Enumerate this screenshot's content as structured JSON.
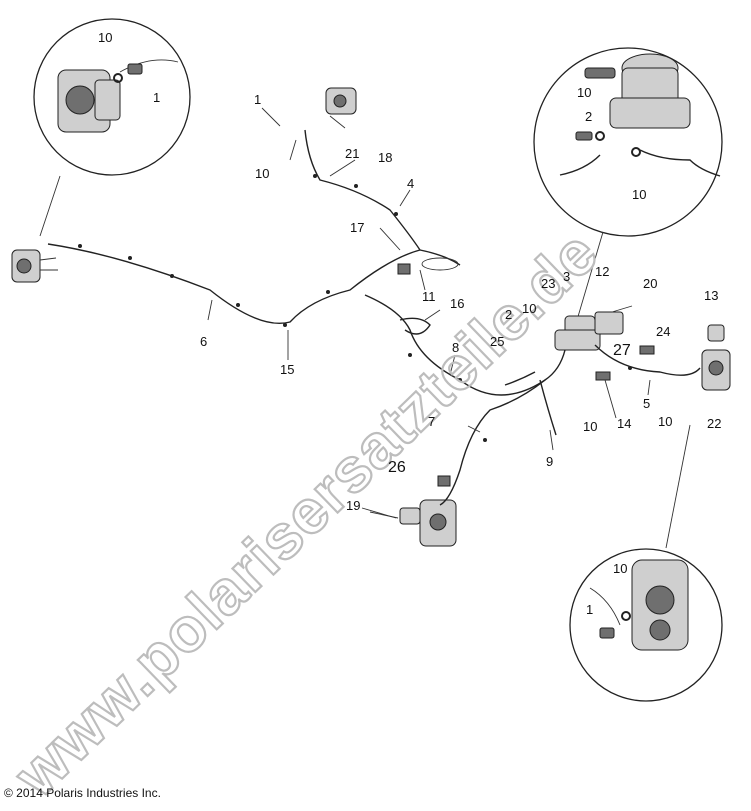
{
  "diagram": {
    "watermark": "www.polarisersatzteile.de",
    "copyright": "© 2014 Polaris Industries Inc.",
    "callouts": {
      "c1": "1",
      "c2": "2",
      "c3": "3",
      "c4": "4",
      "c5": "5",
      "c6": "6",
      "c7": "7",
      "c8": "8",
      "c9": "9",
      "c10": "10",
      "c11": "11",
      "c12": "12",
      "c13": "13",
      "c14": "14",
      "c15": "15",
      "c16": "16",
      "c17": "17",
      "c18": "18",
      "c19": "19",
      "c20": "20",
      "c21": "21",
      "c22": "22",
      "c23": "23",
      "c24": "24",
      "c25": "25",
      "c26": "26",
      "c27": "27"
    }
  }
}
